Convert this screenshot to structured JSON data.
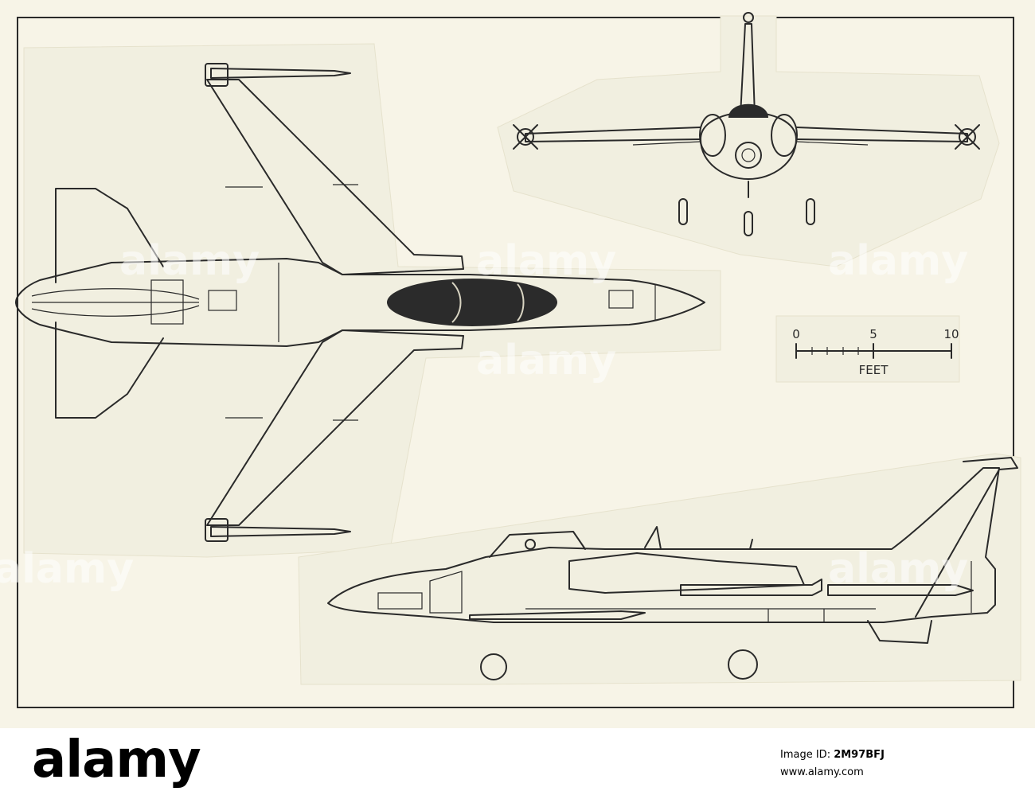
{
  "drawing": {
    "scale_bar": {
      "ticks": [
        "0",
        "5",
        "10"
      ],
      "unit": "FEET"
    },
    "watermark_text": "alamy"
  },
  "footer": {
    "logo": "alamy",
    "image_id_label": "Image ID: ",
    "image_id": "2M97BFJ",
    "site": "www.alamy.com"
  }
}
